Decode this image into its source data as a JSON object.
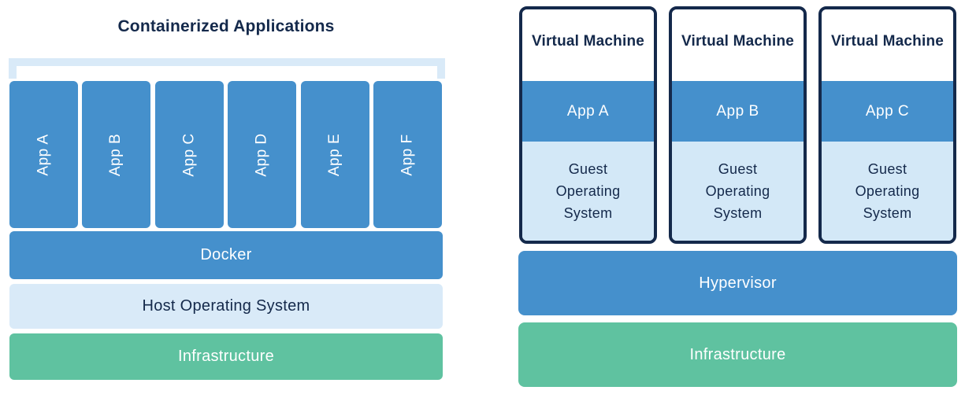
{
  "colors": {
    "blue": "#4590cc",
    "light_blue_host": "#d9eaf8",
    "light_blue_guest": "#d3e8f7",
    "green": "#5fc2a0",
    "navy": "#14294b",
    "white": "#ffffff"
  },
  "left": {
    "title": "Containerized Applications",
    "apps": [
      "App A",
      "App B",
      "App C",
      "App D",
      "App E",
      "App F"
    ],
    "layers": {
      "docker": "Docker",
      "host_os": "Host Operating System",
      "infrastructure": "Infrastructure"
    }
  },
  "right": {
    "vms": [
      {
        "title": "Virtual Machine",
        "app": "App A",
        "os": "Guest Operating System"
      },
      {
        "title": "Virtual Machine",
        "app": "App B",
        "os": "Guest Operating System"
      },
      {
        "title": "Virtual Machine",
        "app": "App C",
        "os": "Guest Operating System"
      }
    ],
    "layers": {
      "hypervisor": "Hypervisor",
      "infrastructure": "Infrastructure"
    }
  }
}
